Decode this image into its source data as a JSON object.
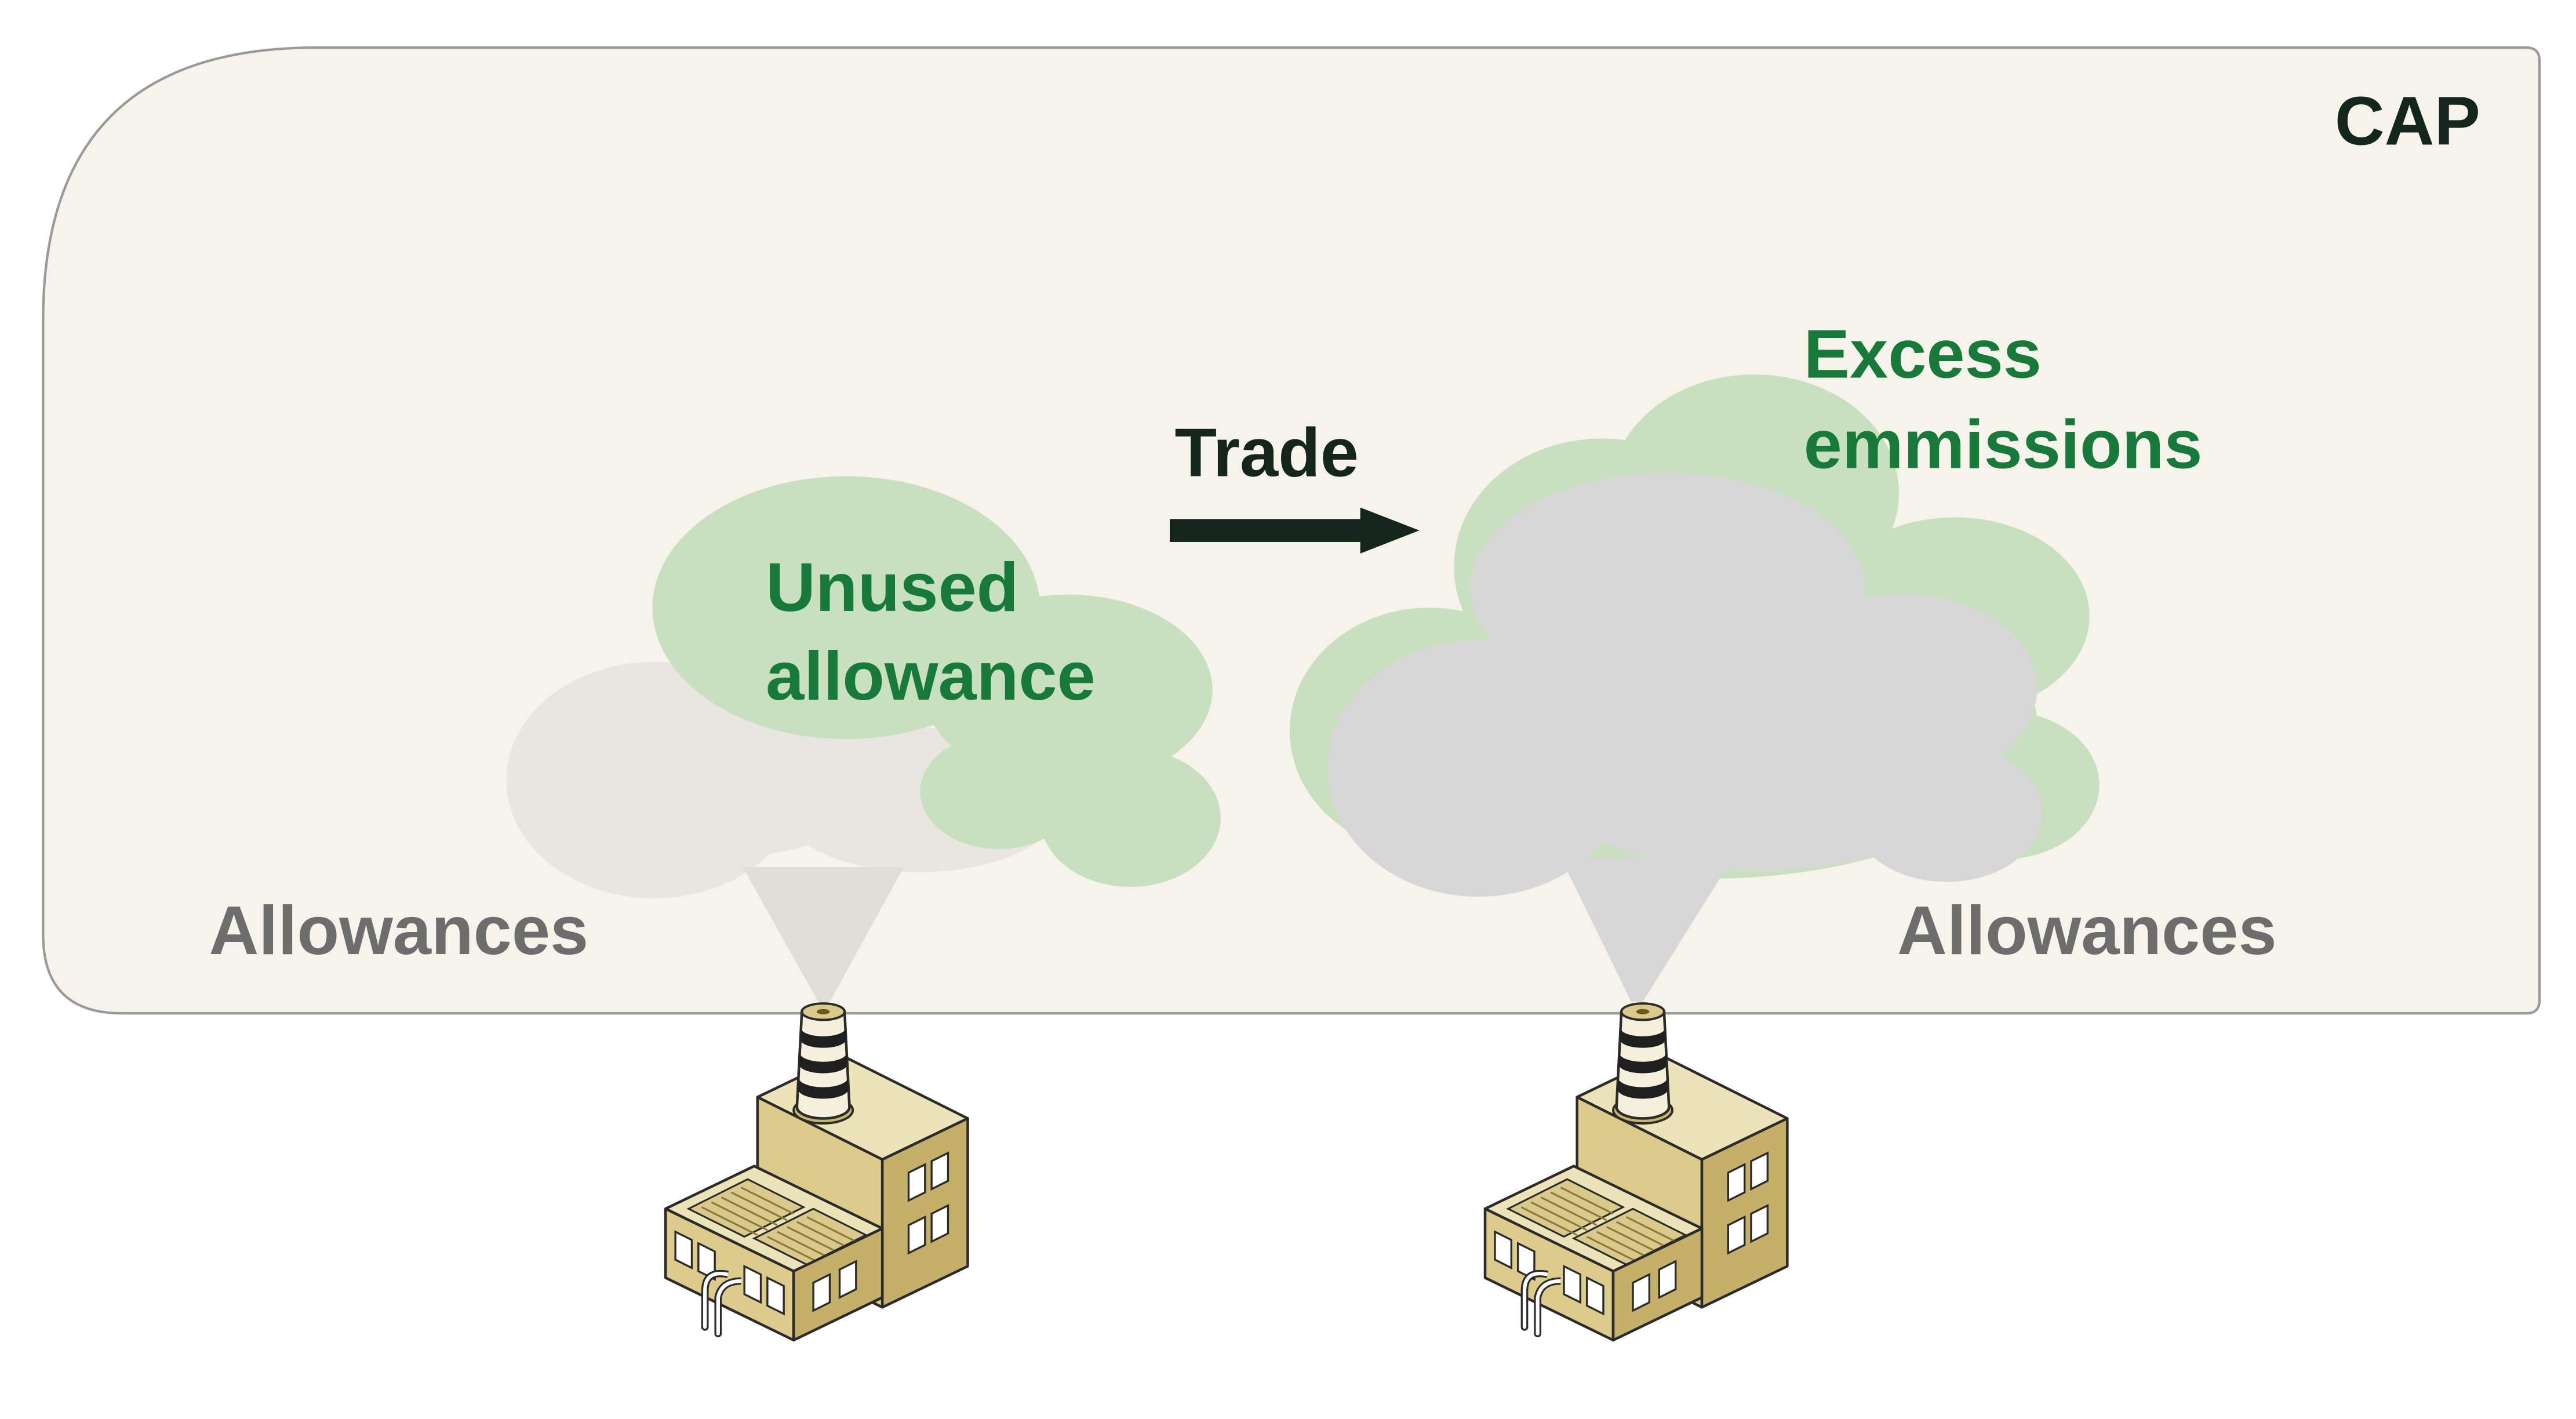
{
  "labels": {
    "cap": "CAP",
    "trade": "Trade",
    "unused_line1": "Unused",
    "unused_line2": "allowance",
    "excess_line1": "Excess",
    "excess_line2": "emmissions",
    "allowances_left": "Allowances",
    "allowances_right": "Allowances"
  },
  "colors": {
    "cap_fill": "#f6f4ea",
    "cap_stroke": "#9a9a9a",
    "cloud_green": "#c8dfc0",
    "cloud_gray_light": "#e8e6e1",
    "cloud_gray": "#d7d7d7",
    "green_text": "#177a3a",
    "dark_text": "#14261c",
    "gray_text": "#6d6d6d",
    "factory_top": "#ede3b8",
    "factory_front": "#dccb8b",
    "factory_side": "#c5b06a",
    "factory_outline": "#2b2b2b"
  }
}
